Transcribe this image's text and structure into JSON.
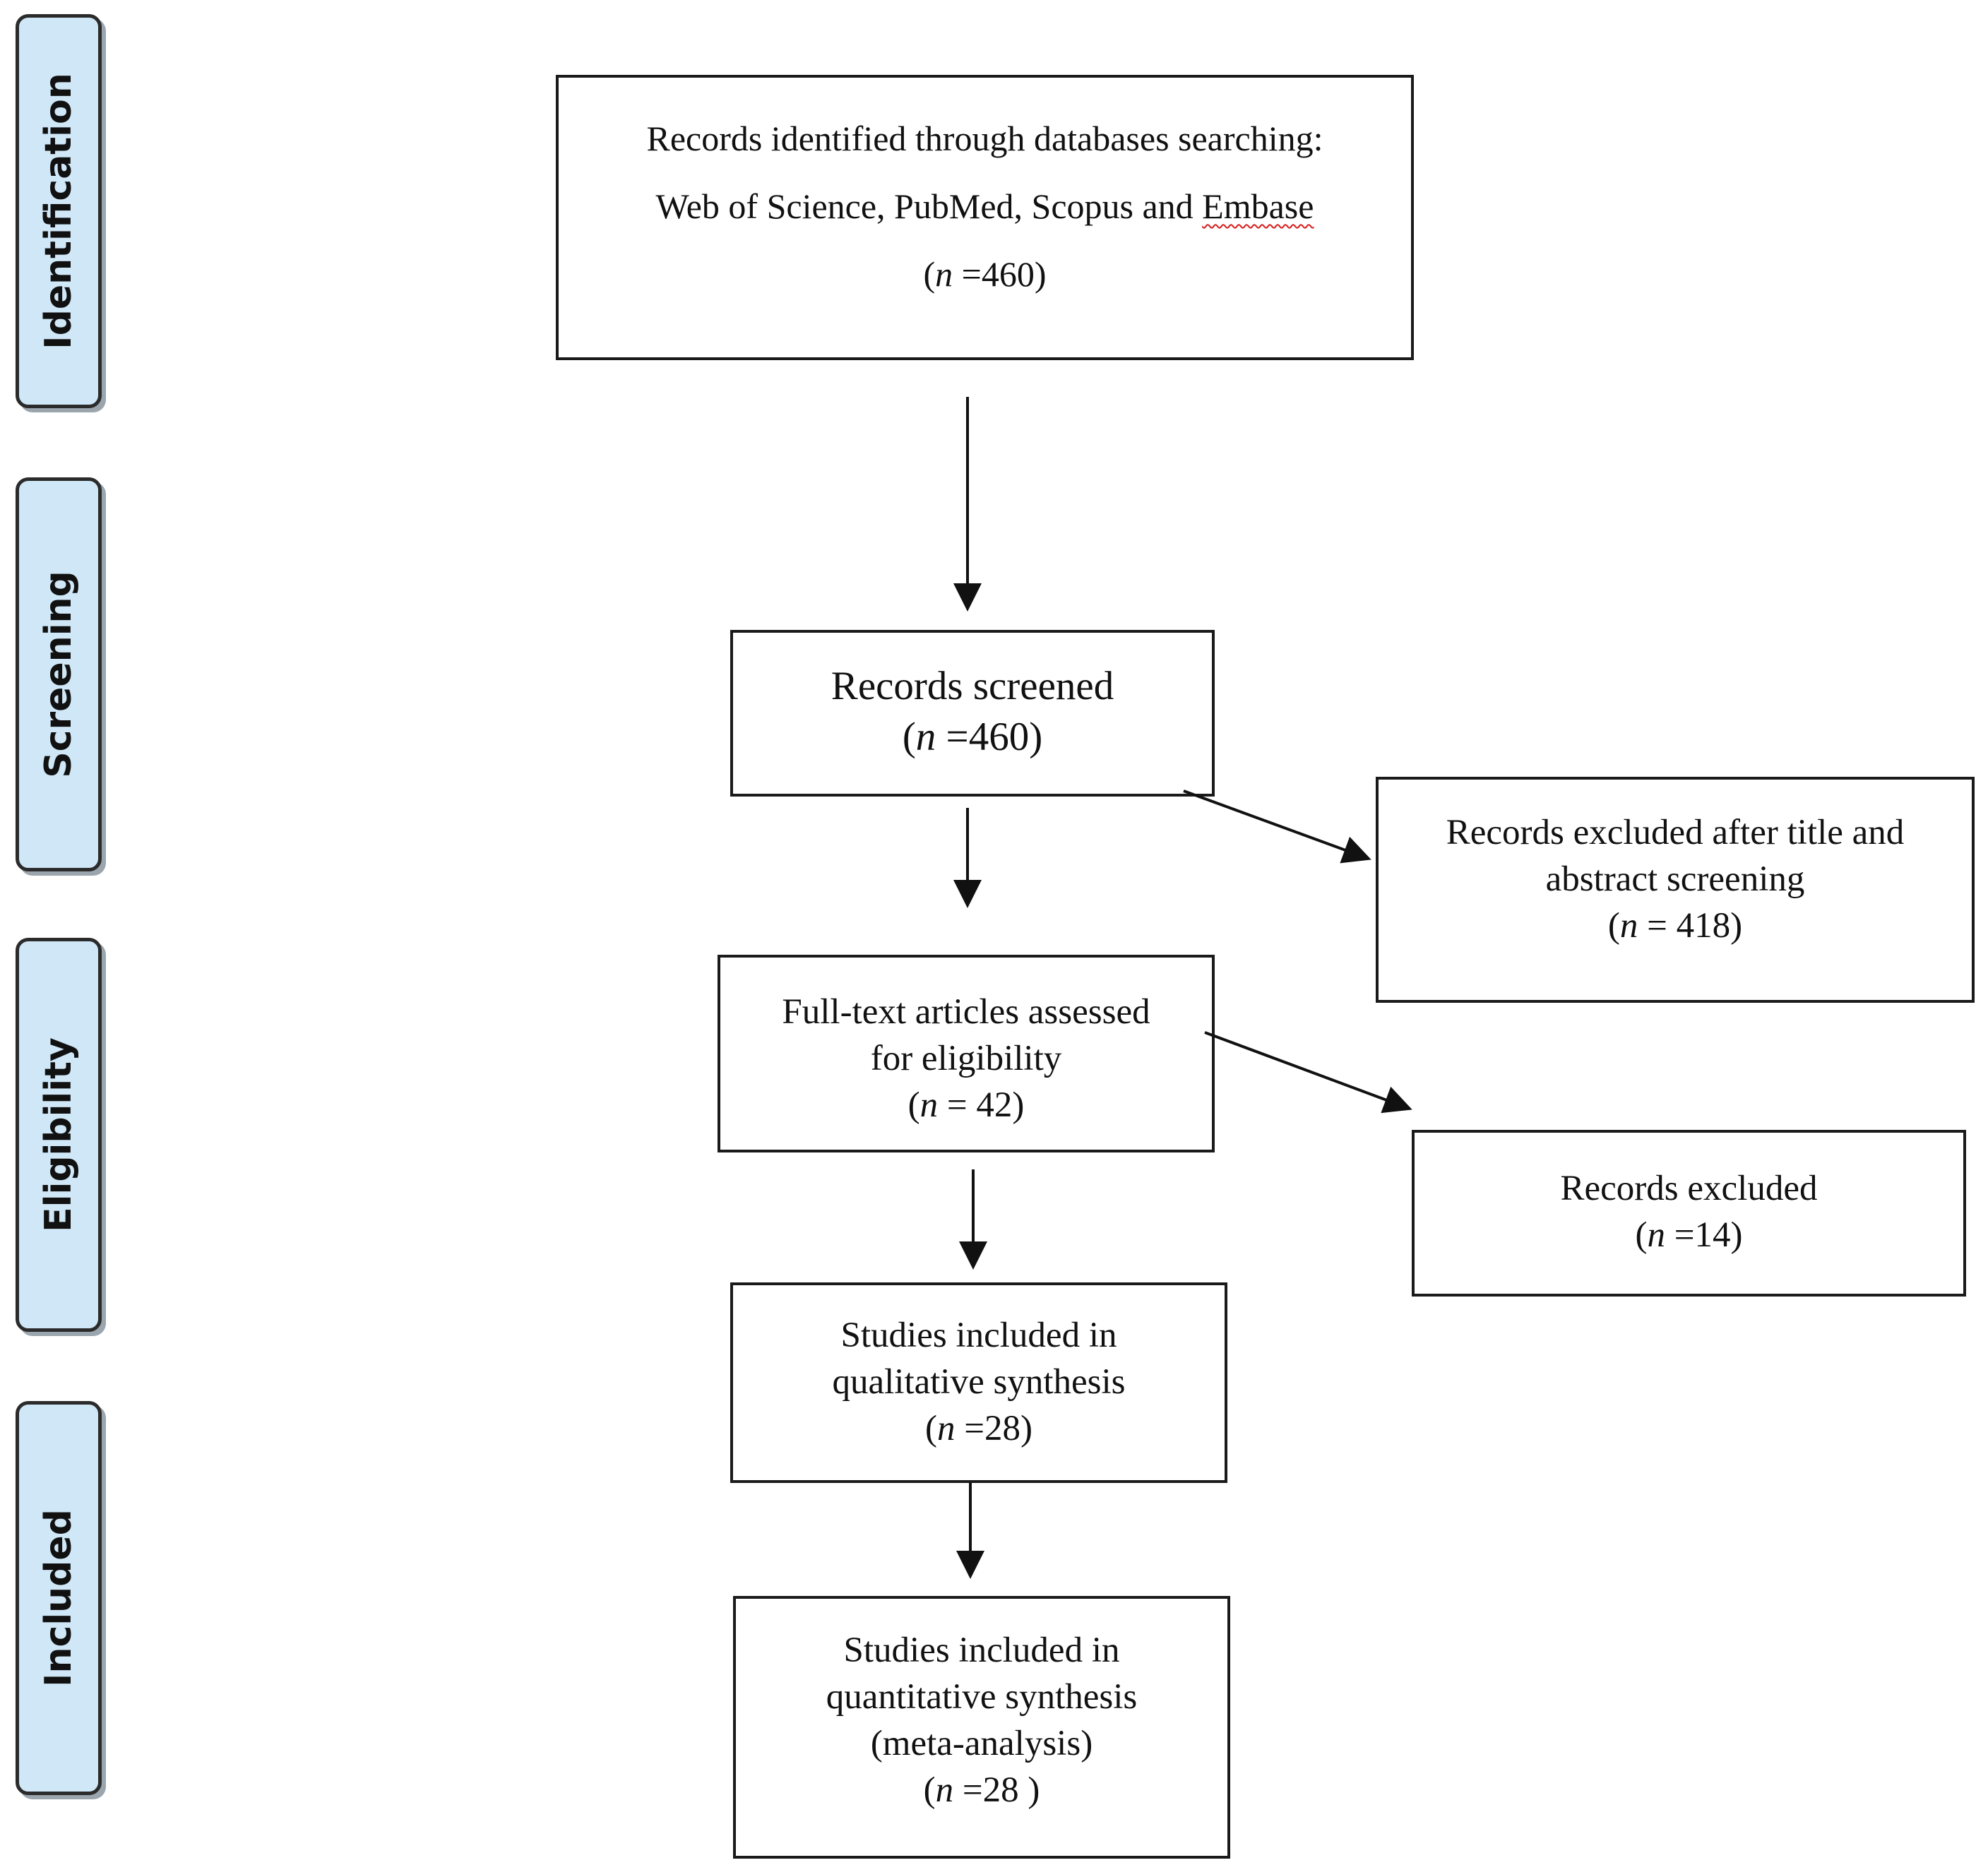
{
  "phases": [
    {
      "id": "identification",
      "label": "Identification"
    },
    {
      "id": "screening",
      "label": "Screening"
    },
    {
      "id": "eligibility",
      "label": "Eligibility"
    },
    {
      "id": "included",
      "label": "Included"
    }
  ],
  "boxes": {
    "identified": {
      "line1": "Records identified through databases searching:",
      "line2a": "Web of Science, PubMed, Scopus and ",
      "line2b": "Embase",
      "n_var": "n",
      "n_value": " =460"
    },
    "screened": {
      "line1": "Records screened",
      "n_var": "n",
      "n_value": " =460"
    },
    "excluded_title_abstract": {
      "line1": "Records excluded after title and",
      "line2": "abstract screening",
      "n_var": "n",
      "n_value": " = 418"
    },
    "full_text": {
      "line1": "Full-text articles assessed",
      "line2": "for eligibility",
      "n_var": "n",
      "n_value": " = 42"
    },
    "records_excluded": {
      "line1": "Records excluded",
      "n_var": "n",
      "n_value": " =14"
    },
    "qualitative": {
      "line1": "Studies included in",
      "line2": "qualitative synthesis",
      "n_var": "n",
      "n_value": " =28"
    },
    "quantitative": {
      "line1": "Studies included in",
      "line2": "quantitative synthesis",
      "line3": "(meta-analysis)",
      "n_var": "n",
      "n_value": " =28 "
    }
  }
}
